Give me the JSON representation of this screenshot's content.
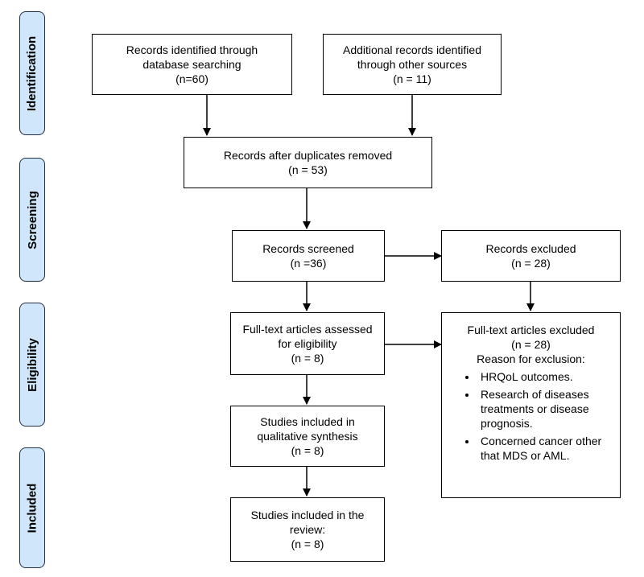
{
  "phases": [
    "Identification",
    "Screening",
    "Eligibility",
    "Included"
  ],
  "boxes": {
    "db_search": {
      "lines": [
        "Records identified through",
        "database searching",
        "(n=60)"
      ]
    },
    "other_sources": {
      "lines": [
        "Additional records identified",
        "through other sources",
        "(n = 11)"
      ]
    },
    "duplicates_removed": {
      "lines": [
        "Records after duplicates removed",
        "(n = 53)"
      ]
    },
    "screened": {
      "lines": [
        "Records screened",
        "(n =36)"
      ]
    },
    "excluded": {
      "lines": [
        "Records excluded",
        "(n = 28)"
      ]
    },
    "fulltext_assessed": {
      "lines": [
        "Full-text articles assessed",
        "for eligibility",
        "(n = 8)"
      ]
    },
    "fulltext_excluded": {
      "lines": [
        "Full-text articles excluded",
        "(n = 28)",
        "Reason for exclusion:"
      ],
      "reasons": [
        "HRQoL outcomes.",
        "Research of diseases treatments or disease prognosis.",
        "Concerned cancer other that MDS or AML."
      ]
    },
    "qualitative": {
      "lines": [
        "Studies included in",
        "qualitative synthesis",
        "(n = 8)"
      ]
    },
    "review": {
      "lines": [
        "Studies included in the",
        "review:",
        "(n = 8)"
      ]
    }
  }
}
